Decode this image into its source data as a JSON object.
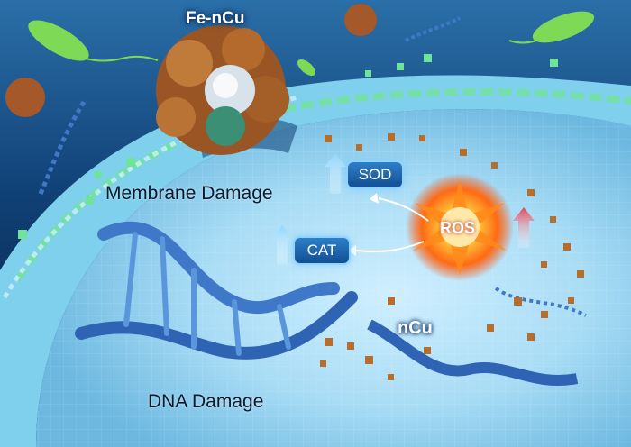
{
  "labels": {
    "title": "Fe-nCu",
    "membrane_damage": "Membrane Damage",
    "sod": "SOD",
    "cat": "CAT",
    "ros": "ROS",
    "ncu": "nCu",
    "dna_damage": "DNA Damage"
  },
  "colors": {
    "background": "#0f3f74",
    "membrane_blue": "#7fd0ec",
    "membrane_green": "#73e0a0",
    "dna_blue": "#3f78c8",
    "copper_particle": "#b86e2a",
    "ros_burst": "#ff7a1a",
    "enzyme_box": "#1f66ad",
    "up_arrow_blue": "#9fdcff",
    "up_arrow_red": "#e0455a"
  }
}
